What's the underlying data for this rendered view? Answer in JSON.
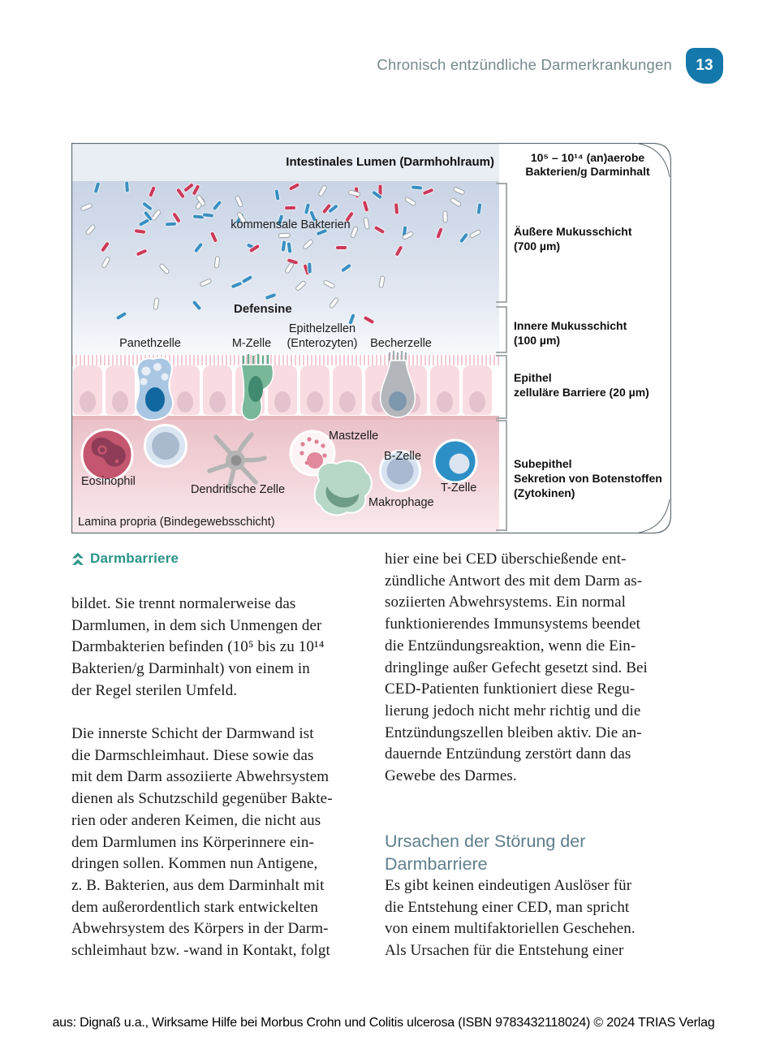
{
  "colors": {
    "accent_blue": "#1478aa",
    "accent_teal": "#2b9489",
    "heading_gray_blue": "#5e7e8c",
    "header_gray": "#75898c"
  },
  "header": {
    "running_title": "Chronisch entzündliche Darmerkrankungen",
    "page_number": "13"
  },
  "figure": {
    "lumen_title": "Intestinales Lumen (Darmhohlraum)",
    "bacteria_density": "10⁵ – 10¹⁴ (an)aerobe\nBakterien/g Darminhalt",
    "kommensale_label": "kommensale Bakterien",
    "defensine_label": "Defensine",
    "epithel_cell_labels": {
      "paneth": "Panethzelle",
      "m_cell": "M-Zelle",
      "enterozyten": "Epithelzellen\n(Enterozyten)",
      "goblet": "Becherzelle"
    },
    "layer_labels": [
      "Äußere Mukusschicht\n(700 µm)",
      "Innere Mukusschicht\n(100 µm)",
      "Epithel\nzelluläre Barriere (20 µm)",
      "Subepithel\nSekretion von Botenstoffen\n(Zytokinen)"
    ],
    "immune_cell_labels": {
      "eosinophil": "Eosinophil",
      "dendritic": "Dendritische Zelle",
      "mast": "Mastzelle",
      "b_cell": "B-Zelle",
      "macrophage": "Makrophage",
      "t_cell": "T-Zelle"
    },
    "lamina_label": "Lamina propria (Bindegewebsschicht)"
  },
  "caption": {
    "label": "Darmbarriere"
  },
  "body": {
    "left_col": {
      "para1": "bildet. Sie trennt normalerweise das\nDarmlumen, in dem sich Unmengen der\nDarmbakterien befinden (10⁵ bis zu 10¹⁴\nBakterien/g Darminhalt) von einem in\nder Regel sterilen Umfeld.",
      "para2": "Die innerste Schicht der Darmwand ist\ndie Darmschleimhaut. Diese sowie das\nmit dem Darm assoziierte Abwehrsystem\ndienen als Schutzschild gegenüber Bakte-\nrien oder anderen Keimen, die nicht aus\ndem Darmlumen ins Körperinnere ein-\ndringen sollen. Kommen nun Antigene,\nz. B. Bakterien, aus dem Darminhalt mit\ndem außerordentlich stark entwickelten\nAbwehrsystem des Körpers in der Darm-\nschleimhaut bzw. -wand in Kontakt, folgt"
    },
    "right_col": {
      "para1": "hier eine bei CED überschießende ent-\nzündliche Antwort des mit dem Darm as-\nsoziierten Abwehrsystems. Ein normal\nfunktionierendes Immunsystems beendet\ndie Entzündungsreaktion, wenn die Ein-\ndringlinge außer Gefecht gesetzt sind. Bei\nCED-Patienten funktioniert diese Regu-\nlierung jedoch nicht mehr richtig und die\nEntzündungszellen bleiben aktiv. Die an-\ndauernde Entzündung zerstört dann das\nGewebe des Darmes.",
      "heading": "Ursachen der Störung der\nDarmbarriere",
      "para2": "Es gibt keinen eindeutigen Auslöser für\ndie Entstehung einer CED, man spricht\nvon einem multifaktoriellen Geschehen.\nAls Ursachen für die Entstehung einer"
    }
  },
  "footer": {
    "credit": "aus: Dignaß u.a., Wirksame Hilfe bei Morbus Crohn und Colitis ulcerosa (ISBN 9783432118024) © 2024 TRIAS Verlag"
  }
}
